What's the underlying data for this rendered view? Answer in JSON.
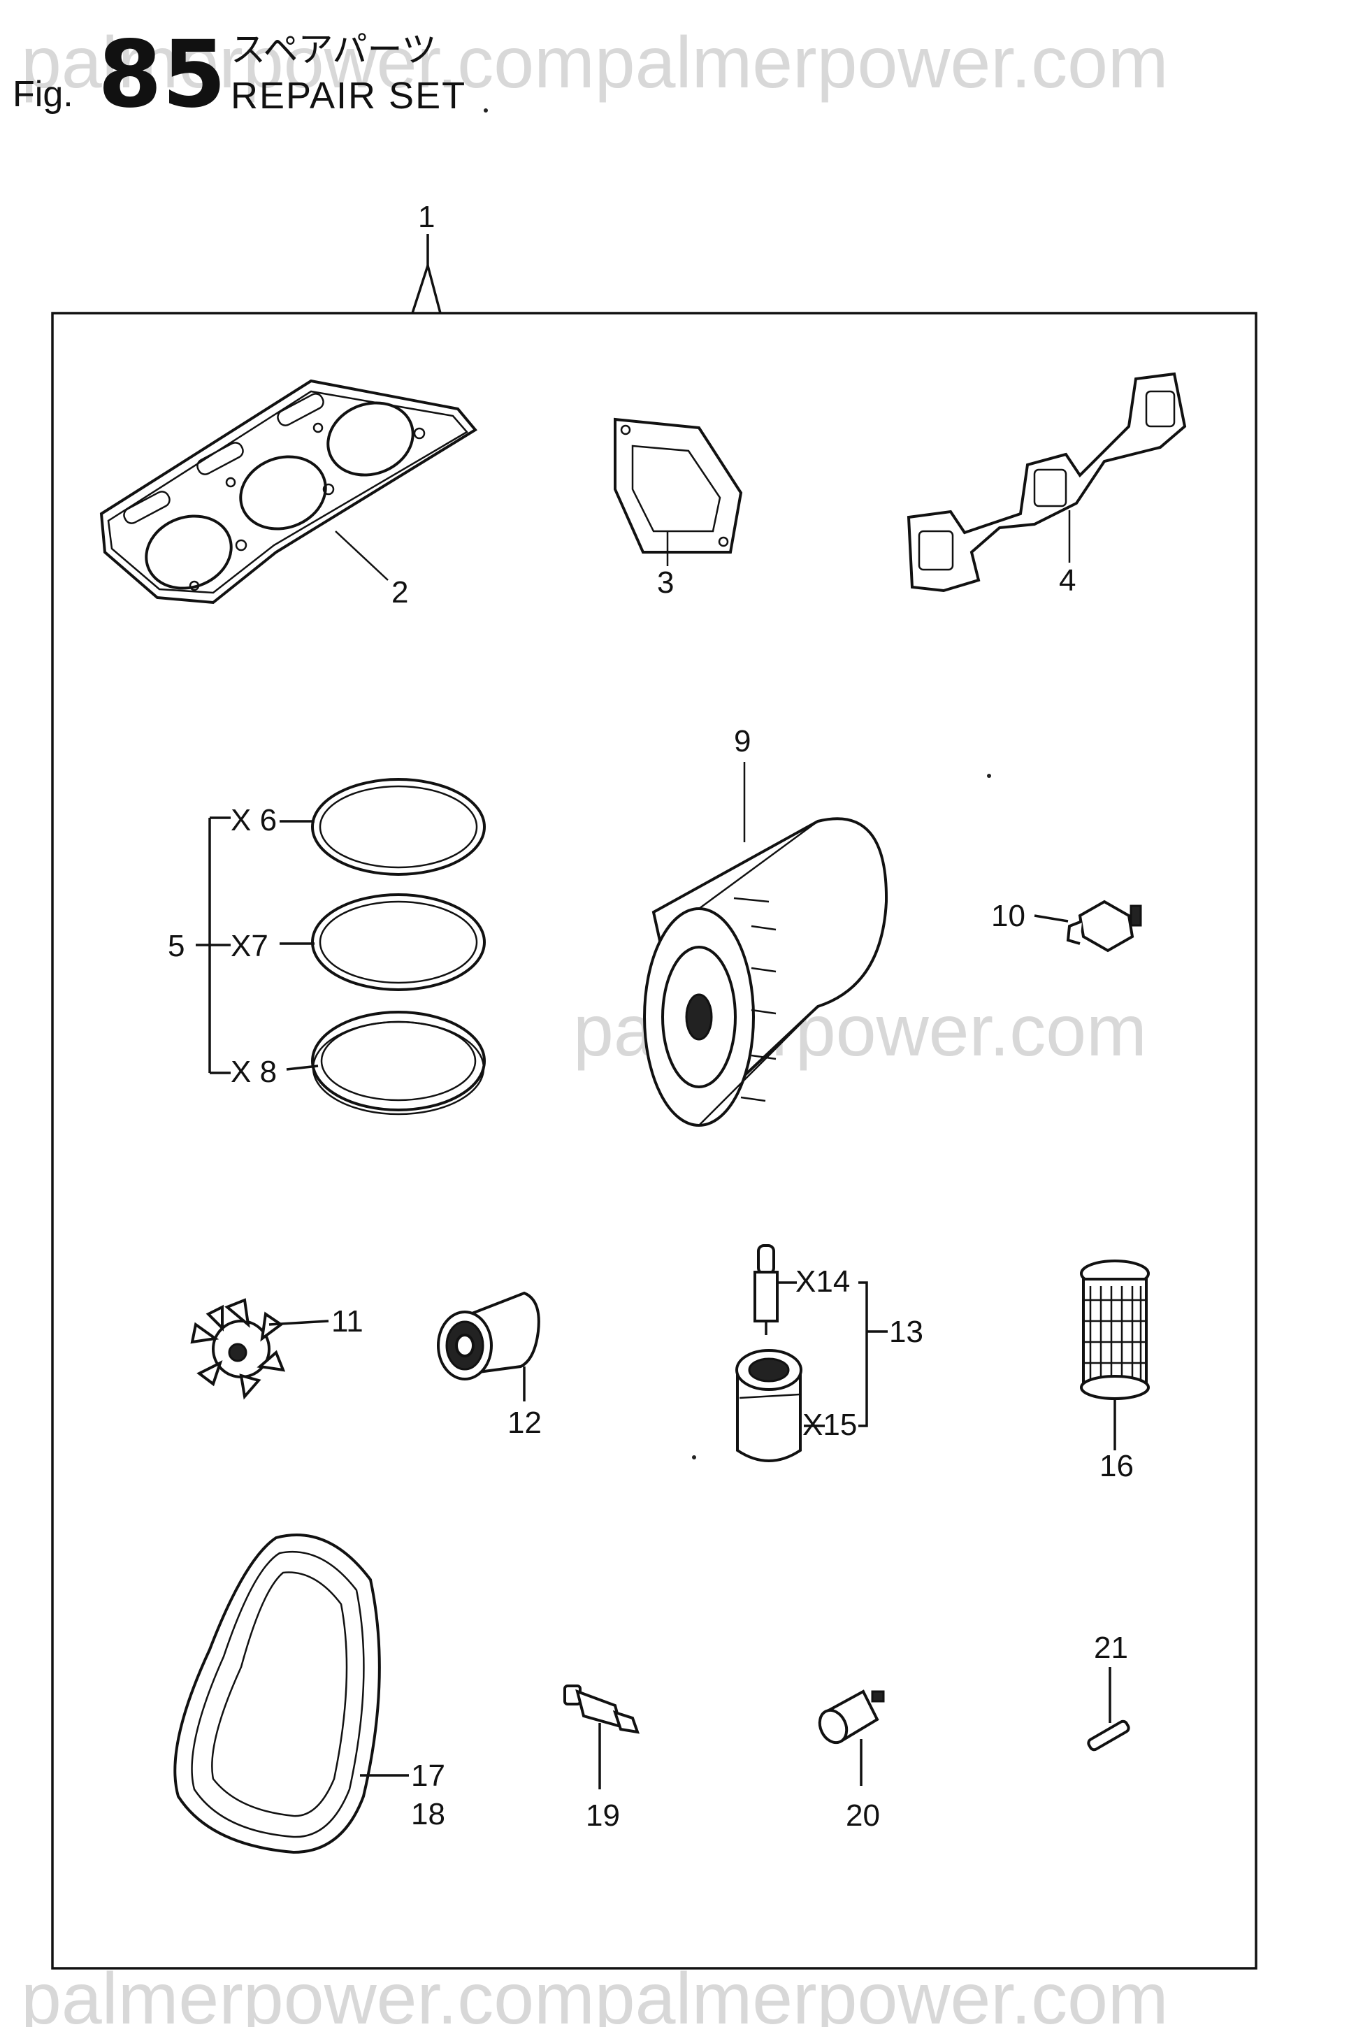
{
  "title": {
    "fig_prefix": "Fig.",
    "fig_number": "85",
    "japanese": "スペアパーツ",
    "english": "REPAIR SET"
  },
  "watermark": {
    "top": "palmerpower.compalmerpower.com",
    "middle": "palmerpower.com",
    "bottom": "palmerpower.compalmerpower.com"
  },
  "callouts": {
    "c1": "1",
    "c2": "2",
    "c3": "3",
    "c4": "4",
    "c5": "5",
    "c6": "X 6",
    "c7": "X7",
    "c8": "X 8",
    "c9": "9",
    "c10": "10",
    "c11": "11",
    "c12": "12",
    "c13": "13",
    "c14": "X14",
    "c15": "X15",
    "c16": "16",
    "c17": "17",
    "c18": "18",
    "c19": "19",
    "c20": "20",
    "c21": "21"
  },
  "icons": [
    "head-gasket-icon",
    "rectangular-gasket-icon",
    "manifold-gasket-icon",
    "piston-ring-icon",
    "oil-filter-icon",
    "pressure-switch-icon",
    "impeller-icon",
    "bushing-icon",
    "injector-nozzle-icon",
    "fuel-filter-icon",
    "v-belt-icon",
    "temperature-sender-icon",
    "fuse-icon",
    "pin-icon"
  ]
}
